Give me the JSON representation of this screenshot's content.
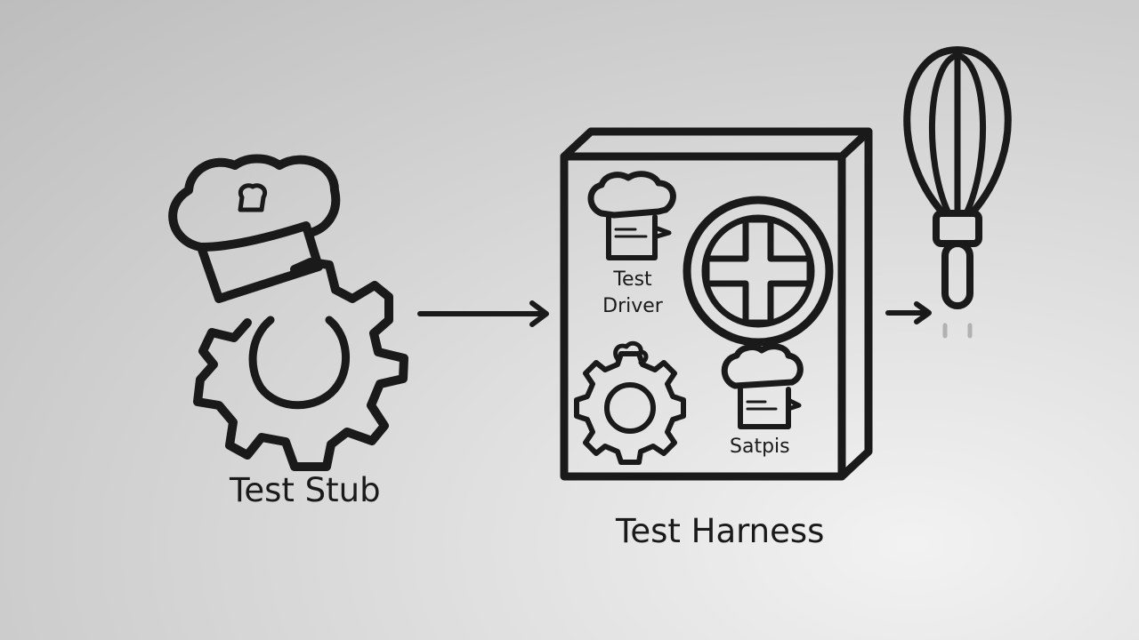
{
  "diagram": {
    "test_stub_label": "Test Stub",
    "test_harness_label": "Test Harness",
    "test_driver_label": "Test Driver",
    "satpis_label": "Satpis"
  }
}
